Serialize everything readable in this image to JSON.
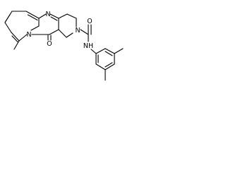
{
  "molecule": {
    "atoms": {
      "n_ring_top": "N",
      "n_ring_bottom": "N",
      "n_ring_right": "N",
      "n_amide": "NH",
      "o_ketone": "O",
      "o_amide": "O"
    }
  }
}
